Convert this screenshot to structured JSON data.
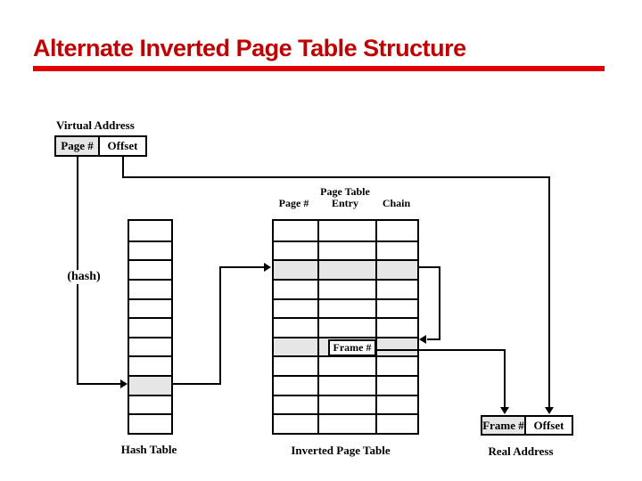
{
  "slide": {
    "title": "Alternate Inverted Page Table Structure"
  },
  "virtual_address": {
    "label": "Virtual Address",
    "fields": [
      {
        "label": "Page #",
        "shaded": true
      },
      {
        "label": "Offset",
        "shaded": false
      }
    ]
  },
  "hash_function_label": "(hash)",
  "hash_table": {
    "caption": "Hash Table",
    "rows": 11,
    "cols": 1,
    "highlighted_rows": [
      9
    ]
  },
  "inverted_page_table": {
    "caption": "Inverted Page Table",
    "columns": [
      "Page #",
      "Page Table Entry",
      "Chain"
    ],
    "rows": 11,
    "cols": 3,
    "highlighted_rows": [
      3,
      7
    ],
    "frame_label": "Frame #"
  },
  "real_address": {
    "caption": "Real Address",
    "fields": [
      {
        "label": "Frame #",
        "shaded": true
      },
      {
        "label": "Offset",
        "shaded": false
      }
    ]
  },
  "colors": {
    "accent_text": "#c00000",
    "accent_bar": "#e10000",
    "shaded_cell": "#e6e6e6",
    "line": "#000000"
  }
}
